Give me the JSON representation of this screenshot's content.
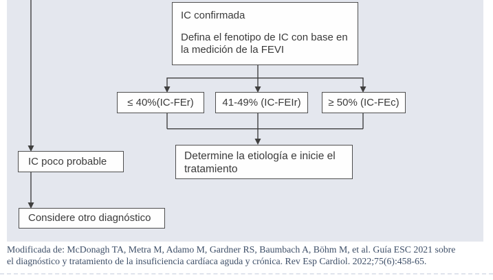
{
  "flowchart": {
    "top_box": {
      "line1": "IC confirmada",
      "line2": "Defina el fenotipo de IC con base en la medición de la FEVI"
    },
    "fevi_boxes": [
      {
        "label": "≤ 40%(IC-FEr)"
      },
      {
        "label": "41-49% (IC-FEIr)"
      },
      {
        "label": "≥ 50% (IC-FEc)"
      }
    ],
    "determine_box": "Determine la etiología e inicie el tratamiento",
    "unlikely_box": "IC poco probable",
    "consider_box": "Considere otro diagnóstico"
  },
  "citation": {
    "line1": "Modificada de: McDonagh TA, Metra M, Adamo M, Gardner RS, Baumbach A, Böhm M, et al. Guía ESC 2021 sobre",
    "line2": "el diagnóstico y tratamiento de la insuficiencia cardíaca aguda y crónica. Rev Esp Cardiol. 2022;75(6):458-65."
  },
  "colors": {
    "panel_background": "#e4e7ee",
    "box_background": "#fefefe",
    "box_border": "#4d4d4d",
    "box_text": "#3a3a3a",
    "connector_line": "#3f3f3f",
    "citation_text": "#3e4f68"
  }
}
